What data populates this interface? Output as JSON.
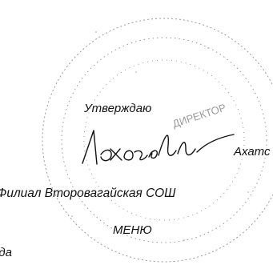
{
  "document": {
    "approve_label": "Утверждаю",
    "director_surname": "Ахатс",
    "branch_line": "Филиал Второвагайская СОШ",
    "menu_heading": "МЕНЮ",
    "year_fragment": "ода"
  },
  "stamp": {
    "seal_text_fragment": "ДИРЕКТОР",
    "ink_color": "#8a8a8a"
  },
  "signature": {
    "ink_color": "#111111"
  }
}
